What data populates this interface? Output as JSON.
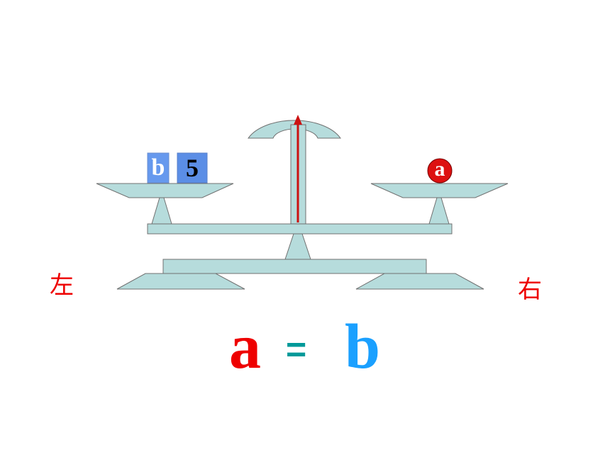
{
  "labels": {
    "left": "左",
    "right": "右"
  },
  "left_pan_items": [
    {
      "text": "b",
      "fill": "#6699ee",
      "text_color": "#ffffff"
    },
    {
      "text": "5",
      "fill": "#5b8ee6",
      "text_color": "#000000"
    }
  ],
  "right_pan_item": {
    "text": "a",
    "fill": "#dd1111",
    "text_color": "#ffffff"
  },
  "equation": {
    "left": "a",
    "sign": "=",
    "right": "b",
    "left_color": "#ee0000",
    "sign_color": "#009999",
    "right_color": "#1aa0ff"
  },
  "colors": {
    "scale_fill": "#b6dcdc",
    "scale_stroke": "#707070",
    "pointer": "#cc1111",
    "side_labels": "#ee0000"
  }
}
